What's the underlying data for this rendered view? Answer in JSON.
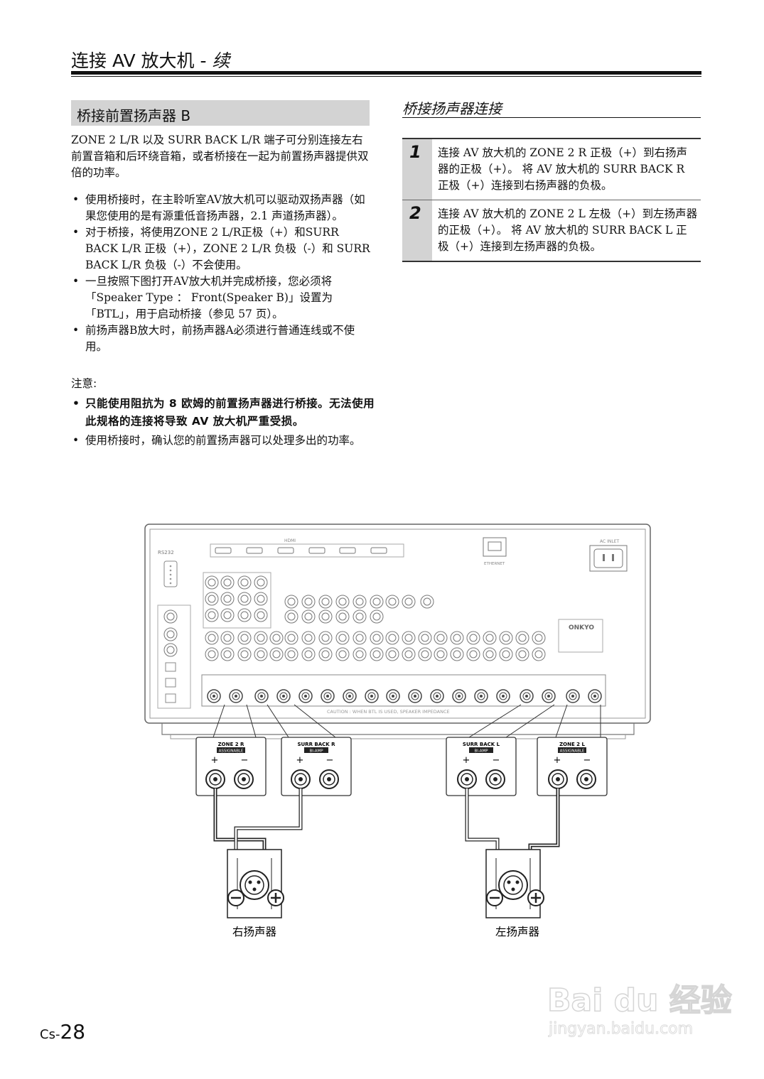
{
  "header": {
    "title": "连接 AV 放大机",
    "separator": " - ",
    "subtitle": "续"
  },
  "left": {
    "section_title": "桥接前置扬声器 B",
    "intro": "ZONE 2 L/R 以及 SURR BACK L/R 端子可分别连接左右前置音箱和后环绕音箱，或者桥接在一起为前置扬声器提供双倍的功率。",
    "bullets": [
      "使用桥接时，在主聆听室AV放大机可以驱动双扬声器（如果您使用的是有源重低音扬声器，2.1 声道扬声器）。",
      "对于桥接，将使用ZONE 2 L/R正极（+）和SURR BACK L/R 正极（+），ZONE 2 L/R 负极（-）和 SURR BACK L/R 负极（-）不会使用。",
      "一旦按照下图打开AV放大机并完成桥接，您必须将「Speaker Type ： Front(Speaker B)」设置为「BTL」，用于启动桥接（参见 57 页）。",
      "前扬声器B放大时，前扬声器A必须进行普通连线或不使用。"
    ],
    "note_label": "注意:",
    "notes": [
      "只能使用阻抗为 8 欧姆的前置扬声器进行桥接。无法使用此规格的连接将导致 AV 放大机严重受损。",
      "使用桥接时，确认您的前置扬声器可以处理多出的功率。"
    ]
  },
  "right": {
    "section_title": "桥接扬声器连接",
    "steps": [
      {
        "num": "1",
        "text": "连接 AV 放大机的 ZONE 2 R 正极（+）到右扬声器的正极（+）。 将 AV 放大机的 SURR BACK R 正极（+）连接到右扬声器的负极。"
      },
      {
        "num": "2",
        "text": "连接 AV 放大机的 ZONE 2 L 左极（+）到左扬声器的正极（+）。 将 AV 放大机的 SURR BACK L 正极（+）连接到左扬声器的负极。"
      }
    ]
  },
  "diagram": {
    "rear_labels": {
      "rs232": "RS232",
      "hdmi": "HDMI",
      "ethernet": "ETHERNET",
      "ac_inlet": "AC INLET",
      "brand": "ONKYO",
      "caution": "CAUTION : WHEN BTL IS USED, SPEAKER IMPEDANCE"
    },
    "terminals": [
      {
        "name": "ZONE 2 R",
        "tag": "ASSIGNABLE"
      },
      {
        "name": "SURR BACK R",
        "tag": "BI-AMP"
      },
      {
        "name": "SURR BACK L",
        "tag": "BI-AMP"
      },
      {
        "name": "ZONE 2 L",
        "tag": "ASSIGNABLE"
      }
    ],
    "plus": "+",
    "minus": "−",
    "right_speaker": "右扬声器",
    "left_speaker": "左扬声器"
  },
  "footer": {
    "page_prefix": "Cs-",
    "page_number": "28",
    "watermark_brand": "Bai du 经验",
    "watermark_url": "jingyan.baidu.com"
  }
}
